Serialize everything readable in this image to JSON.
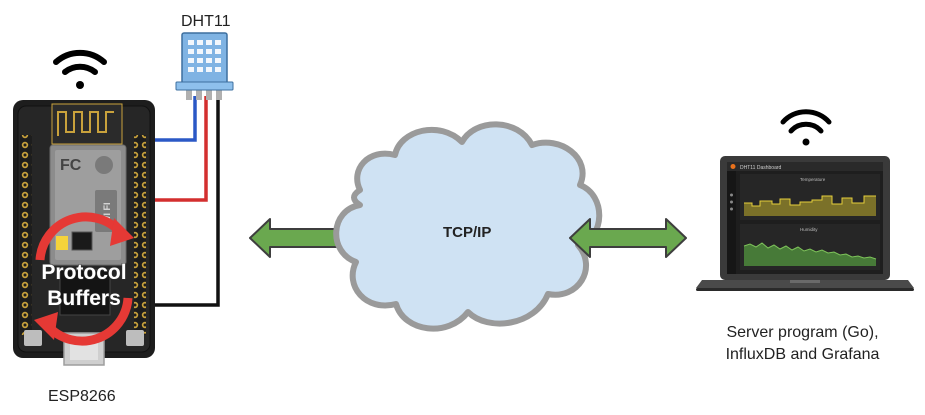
{
  "labels": {
    "sensor": "DHT11",
    "board": "ESP8266",
    "cloud": "TCP/IP",
    "server_line1": "Server program (Go),",
    "server_line2": "InfluxDB and Grafana"
  },
  "board": {
    "logo": "FC",
    "wifi_badge": "WI FI",
    "overlay_line1": "Protocol",
    "overlay_line2": "Buffers"
  },
  "screen": {
    "dashboard_title": "DHT11 Dashboard",
    "panel1_title": "Temperature",
    "panel2_title": "Humidity"
  },
  "colors": {
    "arrow_fill": "#6aa84f",
    "arrow_stroke": "#3e3e3e",
    "cloud_fill": "#cfe2f3",
    "cloud_stroke": "#9a9a9a",
    "wire_blue": "#2b58c6",
    "wire_red": "#d32f2f",
    "wire_black": "#111111",
    "sensor_body": "#7fb3e3",
    "board_pcb": "#1d1d1d",
    "overlay_ring": "#e53935"
  },
  "icons": [
    "wifi-icon",
    "wifi-icon",
    "refresh-cycle-icon"
  ]
}
